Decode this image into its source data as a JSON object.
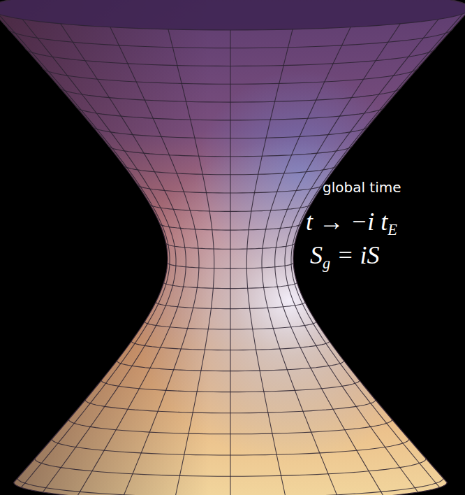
{
  "diagram": {
    "labels": [
      "global time",
      "t → −i tE",
      "Sg = iS"
    ]
  }
}
